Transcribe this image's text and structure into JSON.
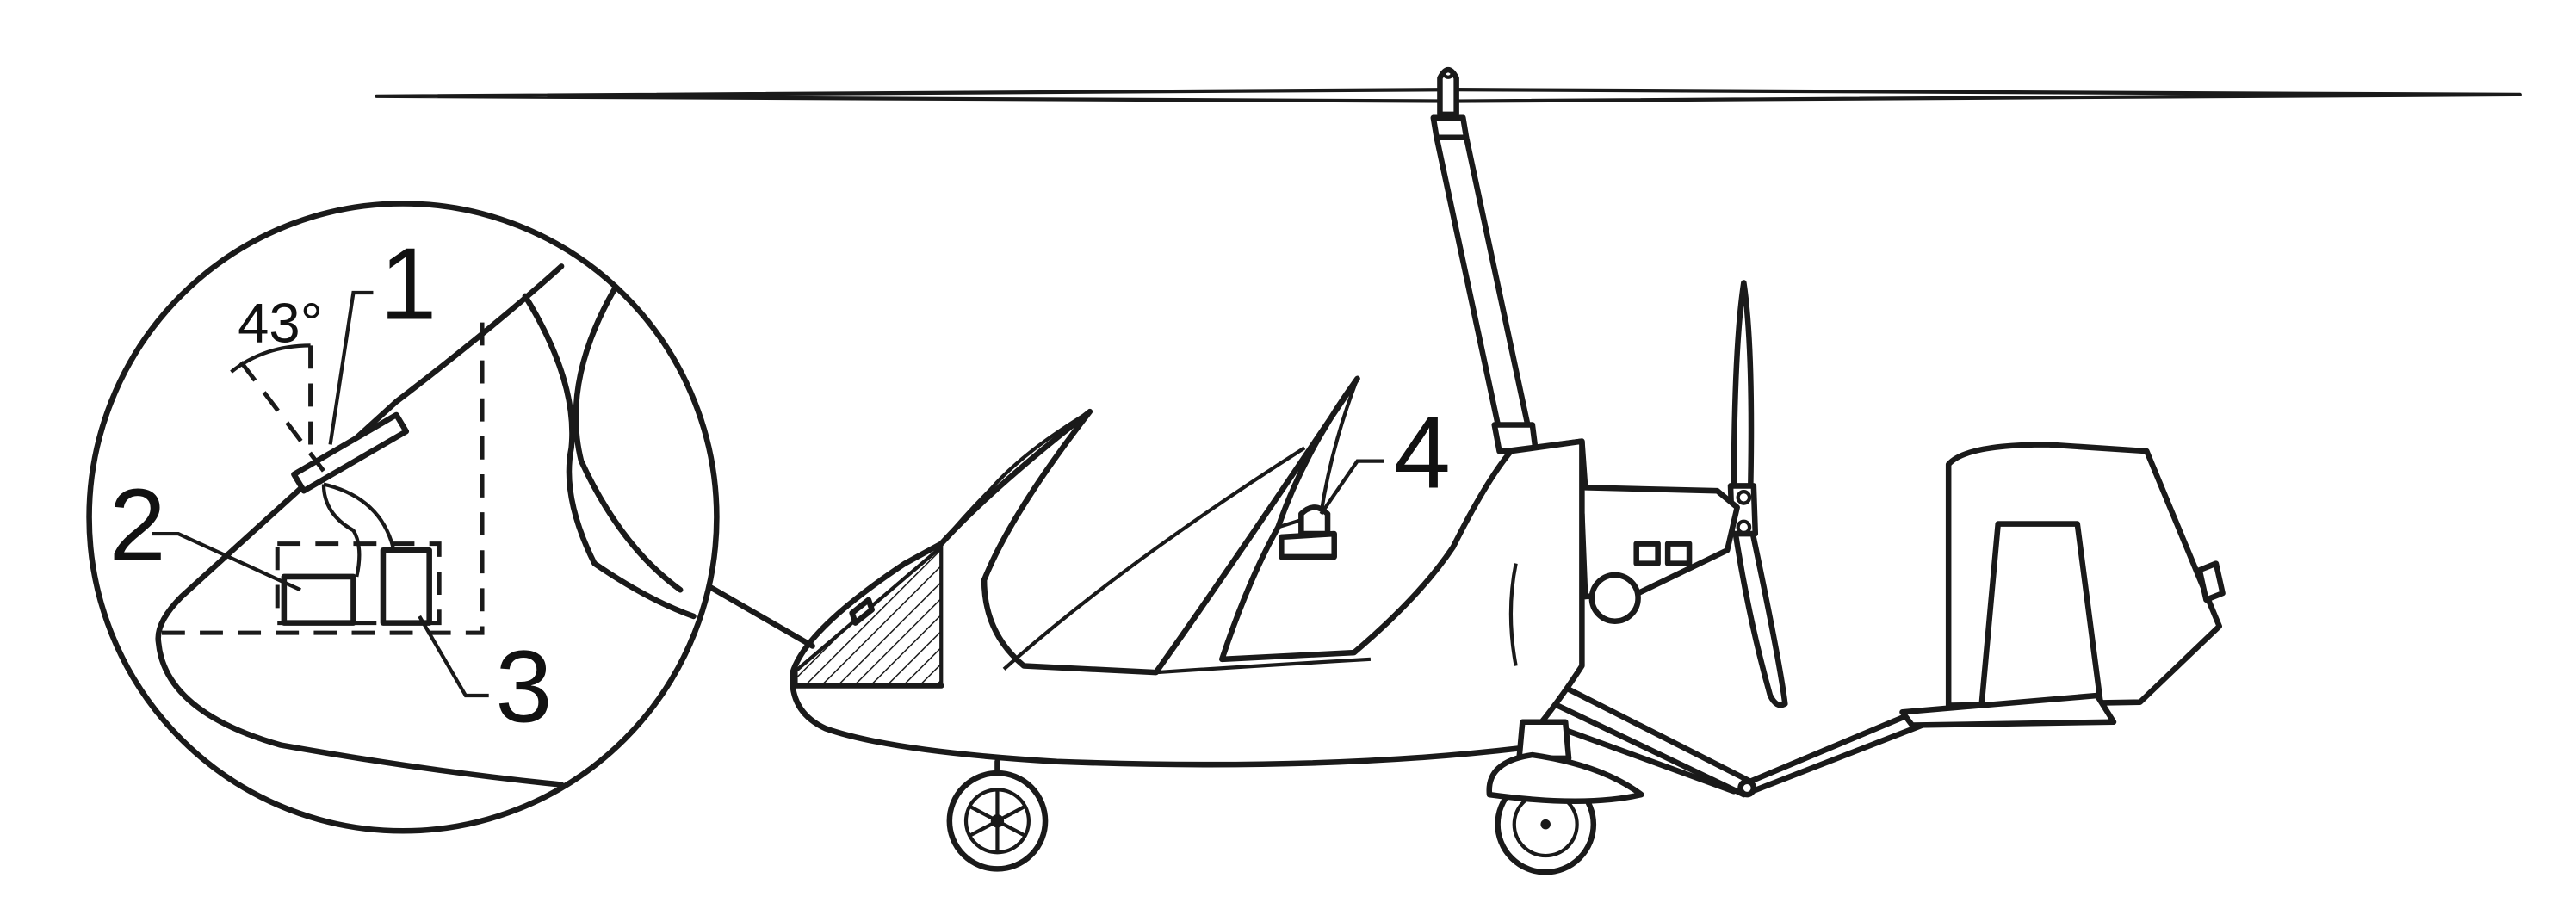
{
  "figure": {
    "angle_label": "43°",
    "callouts": [
      "1",
      "2",
      "3",
      "4"
    ]
  }
}
